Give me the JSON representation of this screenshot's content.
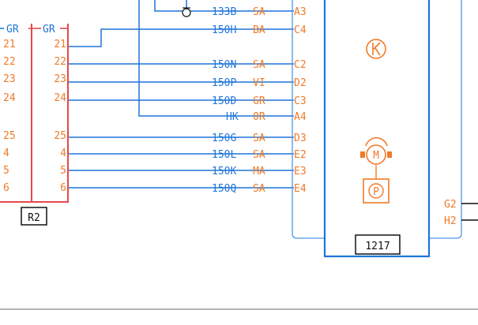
{
  "connector_r2": {
    "label": "R2",
    "left_header": "GR",
    "right_header": "GR",
    "left_pins": [
      "21",
      "22",
      "23",
      "24",
      "25",
      "4",
      "5",
      "6"
    ],
    "right_pins": [
      "21",
      "22",
      "23",
      "24",
      "25",
      "4",
      "5",
      "6"
    ]
  },
  "wires": [
    {
      "id": "133B",
      "color": "SA",
      "pin": "A3"
    },
    {
      "id": "150H",
      "color": "BA",
      "pin": "C4"
    },
    {
      "id": "150N",
      "color": "SA",
      "pin": "C2"
    },
    {
      "id": "150P",
      "color": "VI",
      "pin": "D2"
    },
    {
      "id": "150D",
      "color": "GR",
      "pin": "C3"
    },
    {
      "id": "HK",
      "color": "OR",
      "pin": "A4"
    },
    {
      "id": "150G",
      "color": "SA",
      "pin": "D3"
    },
    {
      "id": "150L",
      "color": "SA",
      "pin": "E2"
    },
    {
      "id": "150K",
      "color": "MA",
      "pin": "E3"
    },
    {
      "id": "150Q",
      "color": "SA",
      "pin": "E4"
    }
  ],
  "module": {
    "label": "1217",
    "motor_symbol": "M",
    "park_symbol": "P",
    "pins_right": [
      "G2",
      "H2"
    ]
  },
  "icons": [
    "diode-icon",
    "k-circle-icon",
    "motor-icon",
    "park-brake-icon"
  ],
  "colors": {
    "wire": "#1f74d9",
    "label": "#f07a28",
    "connector": "#e5484d",
    "ink": "#111111"
  }
}
